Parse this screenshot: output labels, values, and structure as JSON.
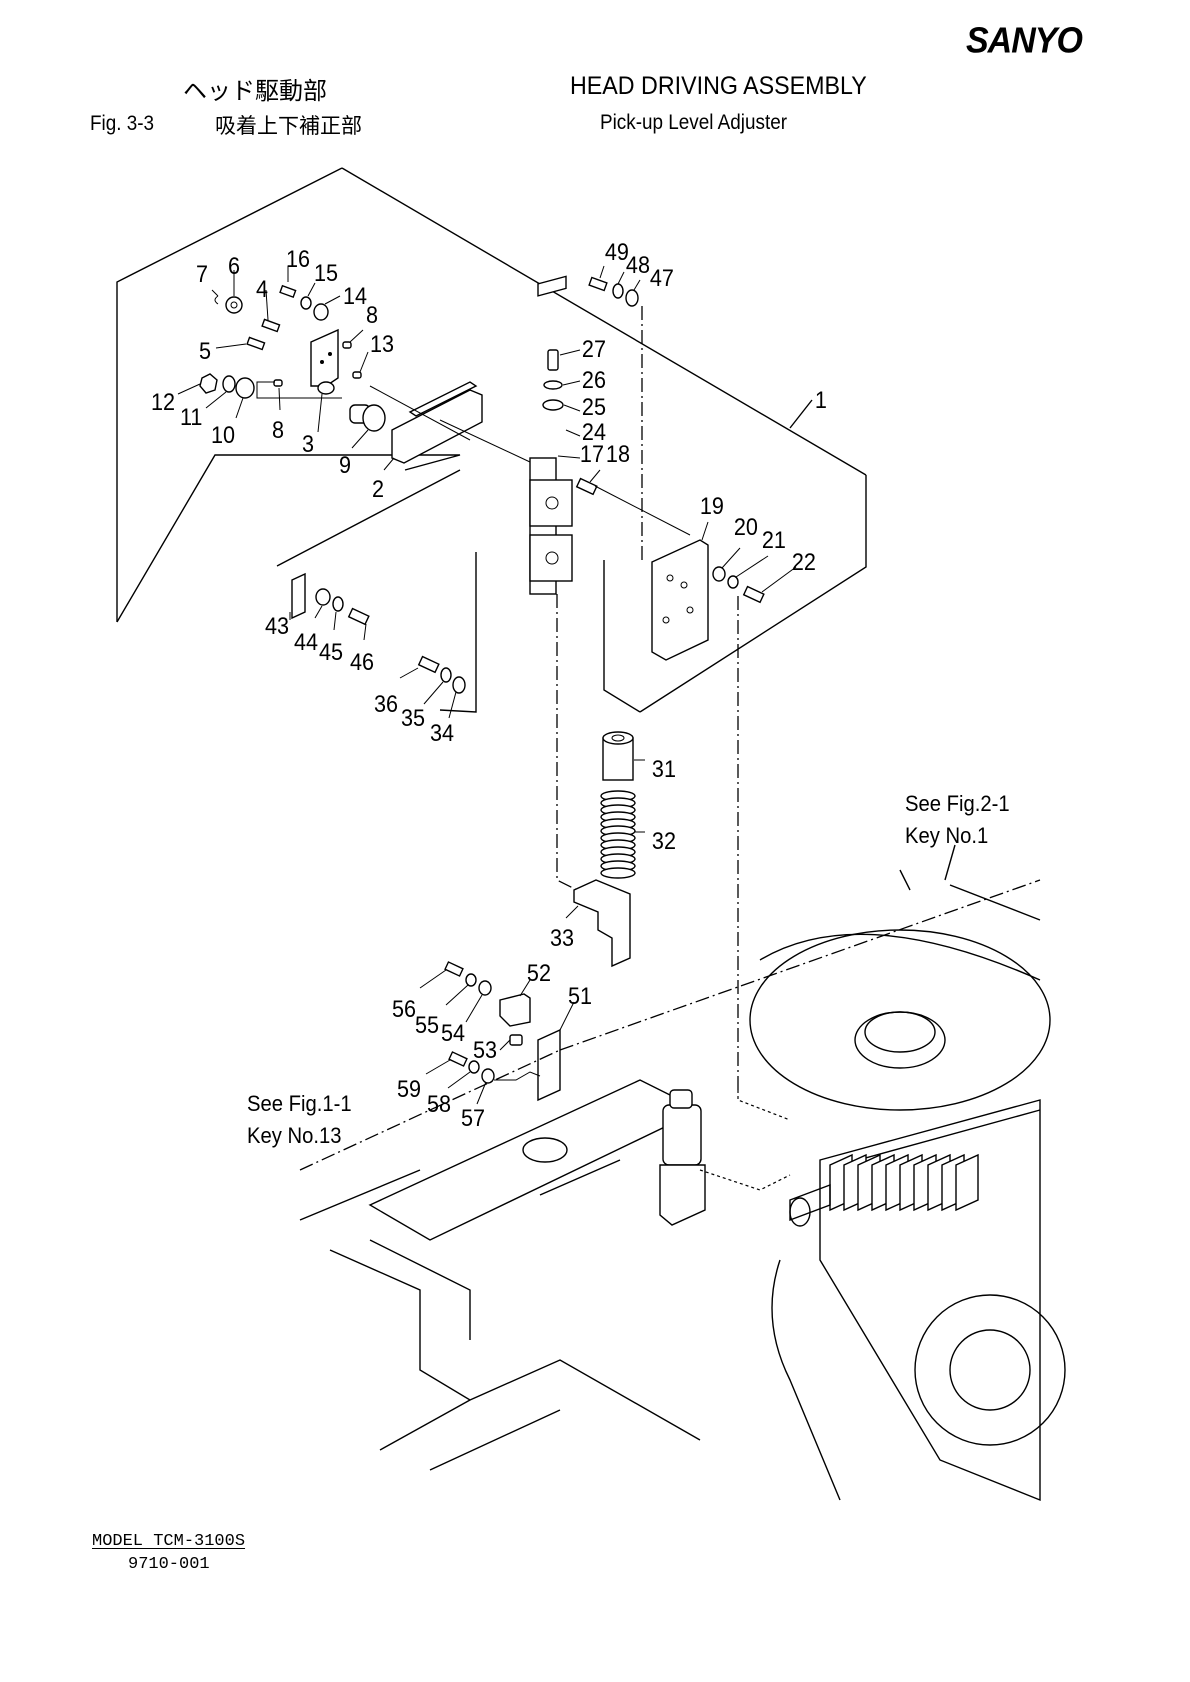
{
  "header": {
    "brand": "SANYO",
    "title_jp": "ヘッド駆動部",
    "title_en": "HEAD DRIVING ASSEMBLY",
    "figure_number": "Fig.  3-3",
    "subtitle_jp": "吸着上下補正部",
    "subtitle_en": "Pick-up Level Adjuster"
  },
  "callouts": {
    "fig2": {
      "line1": "See Fig.2-1",
      "line2": "Key No.1"
    },
    "fig1": {
      "line1": "See Fig.1-1",
      "line2": "Key No.13"
    }
  },
  "footer": {
    "model": "MODEL TCM-3100S",
    "doc_number": "9710-001"
  },
  "parts": {
    "keys": [
      {
        "key": "1"
      },
      {
        "key": "2"
      },
      {
        "key": "3"
      },
      {
        "key": "4"
      },
      {
        "key": "5"
      },
      {
        "key": "6"
      },
      {
        "key": "7"
      },
      {
        "key": "8"
      },
      {
        "key": "8"
      },
      {
        "key": "9"
      },
      {
        "key": "10"
      },
      {
        "key": "11"
      },
      {
        "key": "12"
      },
      {
        "key": "13"
      },
      {
        "key": "14"
      },
      {
        "key": "15"
      },
      {
        "key": "16"
      },
      {
        "key": "17"
      },
      {
        "key": "18"
      },
      {
        "key": "19"
      },
      {
        "key": "20"
      },
      {
        "key": "21"
      },
      {
        "key": "22"
      },
      {
        "key": "24"
      },
      {
        "key": "25"
      },
      {
        "key": "26"
      },
      {
        "key": "27"
      },
      {
        "key": "31"
      },
      {
        "key": "32"
      },
      {
        "key": "33"
      },
      {
        "key": "34"
      },
      {
        "key": "35"
      },
      {
        "key": "36"
      },
      {
        "key": "43"
      },
      {
        "key": "44"
      },
      {
        "key": "45"
      },
      {
        "key": "46"
      },
      {
        "key": "47"
      },
      {
        "key": "48"
      },
      {
        "key": "49"
      },
      {
        "key": "51"
      },
      {
        "key": "52"
      },
      {
        "key": "53"
      },
      {
        "key": "54"
      },
      {
        "key": "55"
      },
      {
        "key": "56"
      },
      {
        "key": "57"
      },
      {
        "key": "58"
      },
      {
        "key": "59"
      }
    ]
  }
}
